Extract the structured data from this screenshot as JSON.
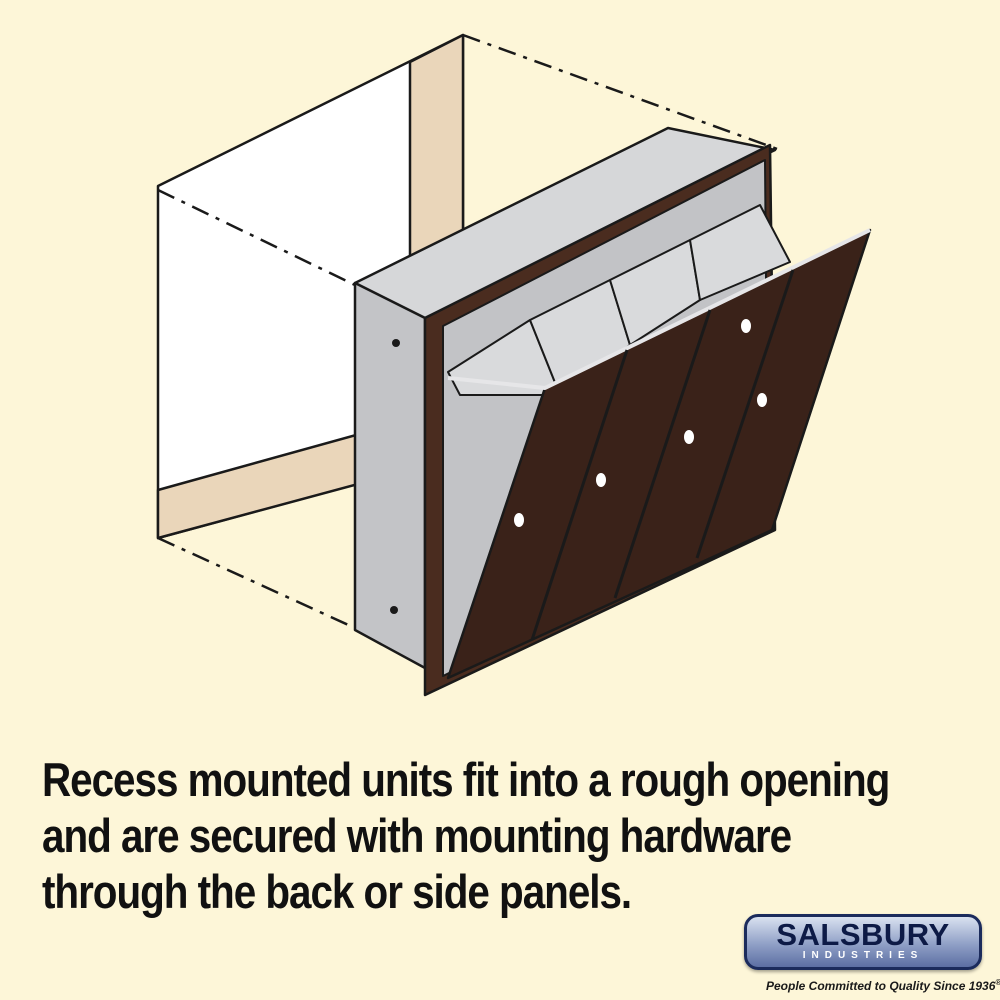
{
  "caption": {
    "line1": "Recess mounted units fit into a rough opening",
    "line2": "and are secured with mounting hardware",
    "line3": "through the back or side panels."
  },
  "logo": {
    "name": "SALSBURY",
    "subtitle": "INDUSTRIES",
    "registered_mark": "®"
  },
  "tagline": "People Committed to Quality Since 1936",
  "colors": {
    "background": "#fdf6d8",
    "door_bronze": "#3a2219",
    "frame_bronze": "#4a2c1f",
    "aluminum": "#c9cacc",
    "wall_stud": "#ead6ba",
    "logo_navy": "#1b2b5c"
  }
}
